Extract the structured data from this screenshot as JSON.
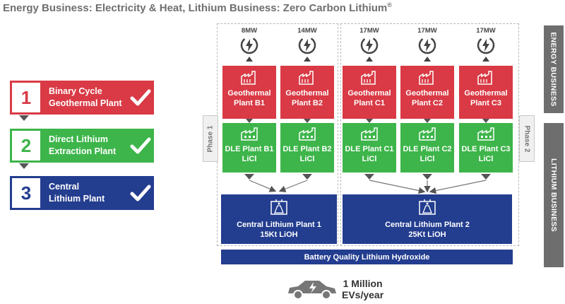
{
  "title": "Energy Business: Electricity & Heat, Lithium Business: Zero Carbon Lithium",
  "title_mark": "®",
  "steps": [
    {
      "num": "1",
      "label": "Binary Cycle\nGeothermal Plant"
    },
    {
      "num": "2",
      "label": "Direct Lithium\nExtraction Plant"
    },
    {
      "num": "3",
      "label": "Central\nLithium Plant"
    }
  ],
  "phases": {
    "phase1": "Phase 1",
    "phase2": "Phase 2"
  },
  "outputs": [
    "8MW",
    "14MW",
    "17MW",
    "17MW",
    "17MW"
  ],
  "geothermal_plants": [
    "Geothermal\nPlant B1",
    "Geothermal\nPlant B2",
    "Geothermal\nPlant C1",
    "Geothermal\nPlant C2",
    "Geothermal\nPlant C3"
  ],
  "dle_plants": [
    "DLE Plant B1\nLiCl",
    "DLE Plant B2\nLiCl",
    "DLE Plant C1\nLiCl",
    "DLE Plant C2\nLiCl",
    "DLE Plant C3\nLiCl"
  ],
  "central_plants": [
    "Central Lithium Plant 1\n15Kt LiOH",
    "Central Lithium Plant 2\n25Kt LiOH"
  ],
  "battery_label": "Battery Quality Lithium Hydroxide",
  "ev_label": "1 Million\nEVs/year",
  "side_labels": {
    "energy": "ENERGY BUSINESS",
    "lithium": "LITHIUM BUSINESS"
  },
  "colors": {
    "red": "#d93a45",
    "green": "#3db54a",
    "navy": "#233d8f",
    "gray": "#6e6e6e"
  },
  "icons": [
    "checkmark-icon",
    "power-bolt-icon",
    "factory-icon",
    "lab-icon",
    "electric-car-icon"
  ]
}
